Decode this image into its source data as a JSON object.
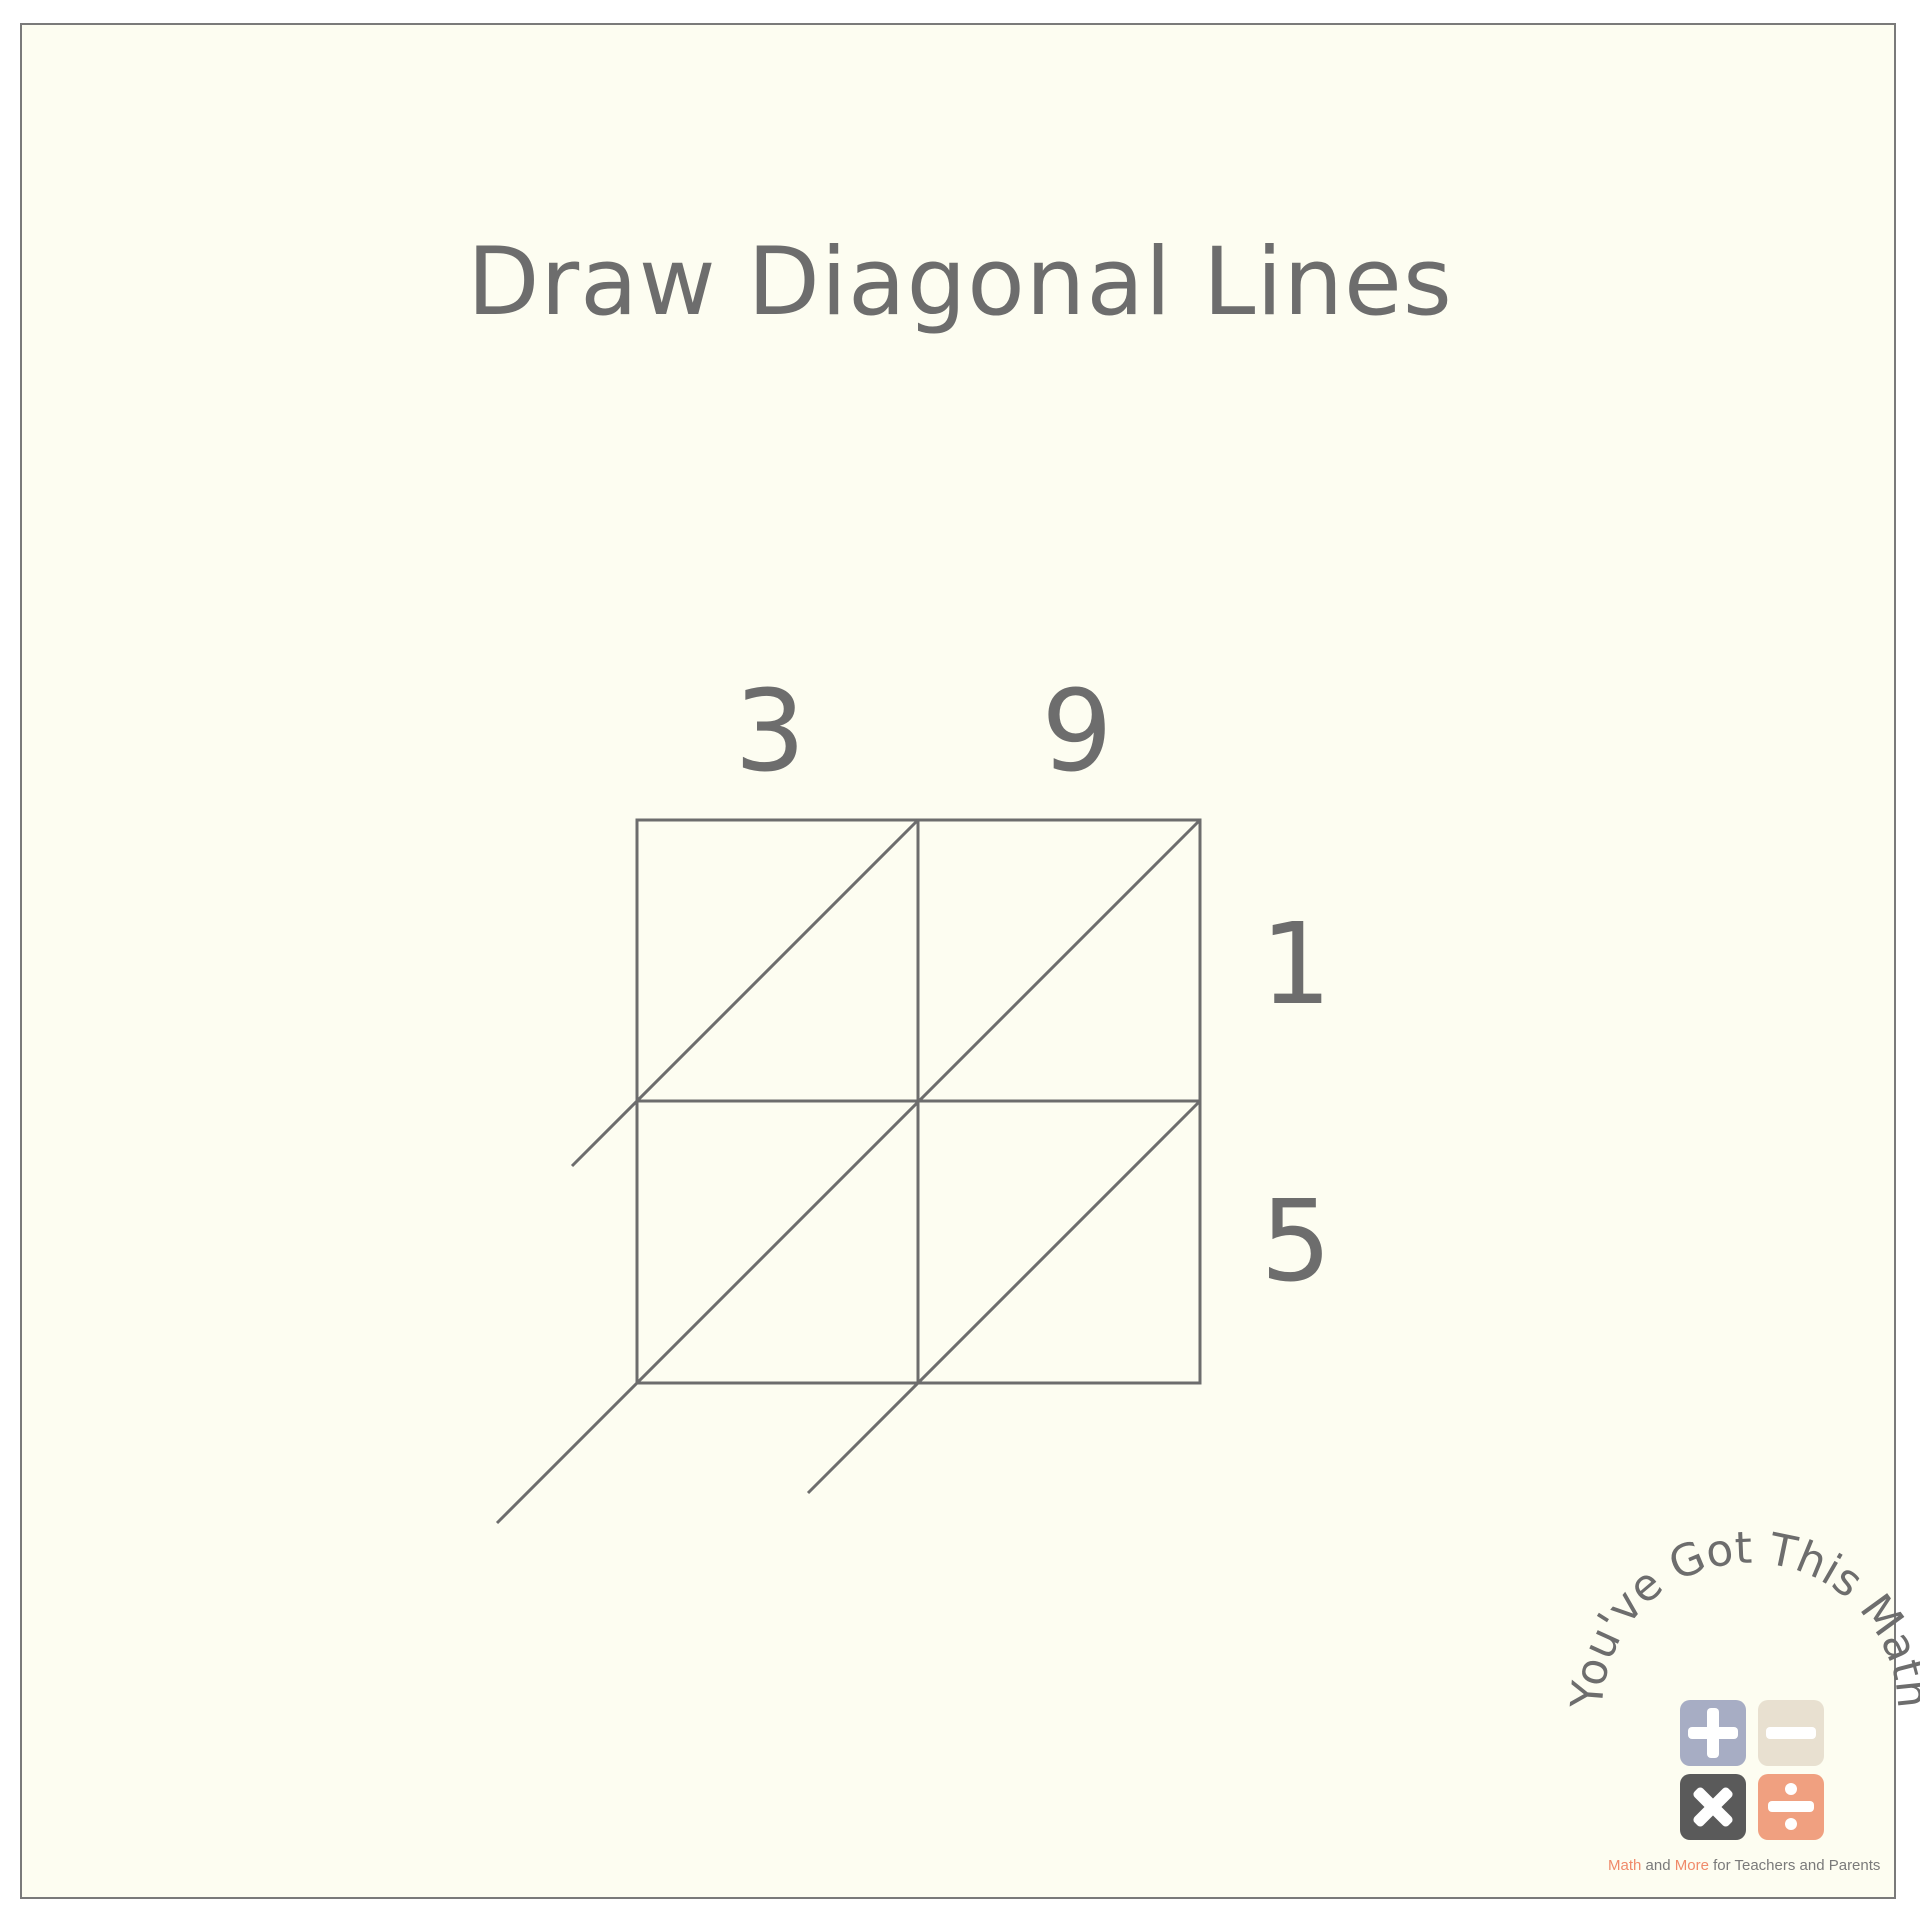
{
  "title": "Draw Diagonal Lines",
  "multiplicand_digits": [
    "3",
    "9"
  ],
  "multiplier_digits": [
    "1",
    "5"
  ],
  "colors": {
    "background": "#fdfdf1",
    "ink": "#6d6d6d",
    "logo_plus": "#a7adc4",
    "logo_minus": "#e8e0d0",
    "logo_times": "#5a5a5a",
    "logo_divide": "#f0a080",
    "brand_accent": "#f08a6a"
  },
  "logo": {
    "arc_text": "You've Got This Math",
    "tagline": {
      "part1": "Math",
      "part2": " and ",
      "part3": "More",
      "part4": " for Teachers and Parents"
    },
    "icons": [
      "plus-icon",
      "minus-icon",
      "times-icon",
      "divide-icon"
    ]
  }
}
